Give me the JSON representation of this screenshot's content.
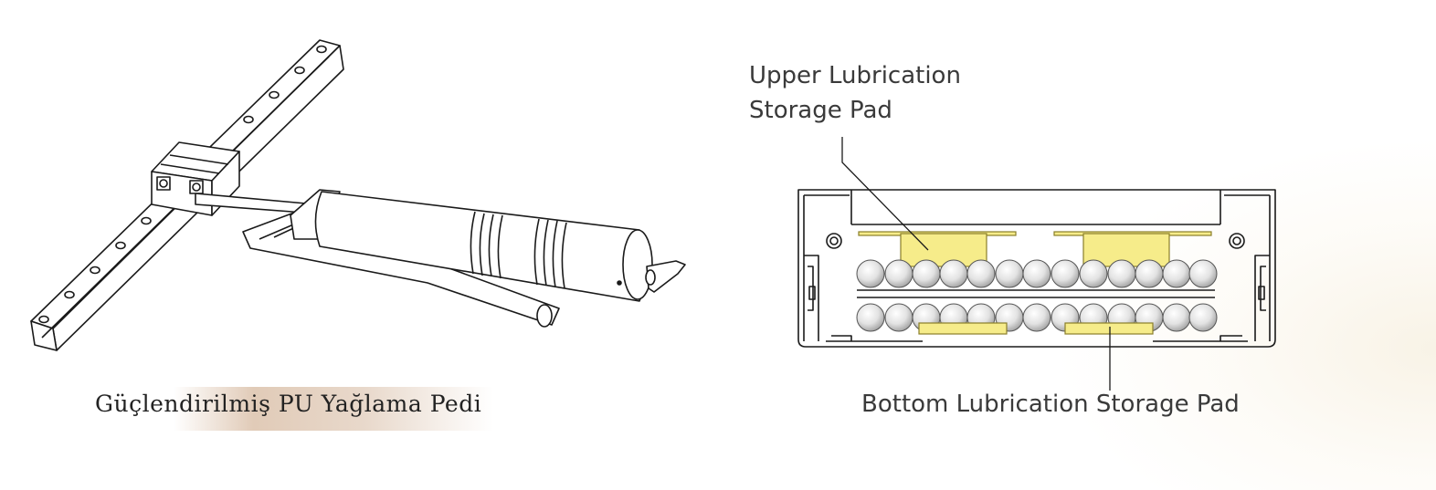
{
  "left_figure": {
    "caption": "Güçlendirilmiş PU Yağlama Pedi"
  },
  "right_figure": {
    "upper_label_line1": "Upper Lubrication",
    "upper_label_line2": "Storage Pad",
    "bottom_label": "Bottom Lubrication Storage Pad"
  },
  "colors": {
    "pad": "#f6ec8a",
    "pad_stroke": "#8a7e2a",
    "line": "#1a1a1a"
  }
}
